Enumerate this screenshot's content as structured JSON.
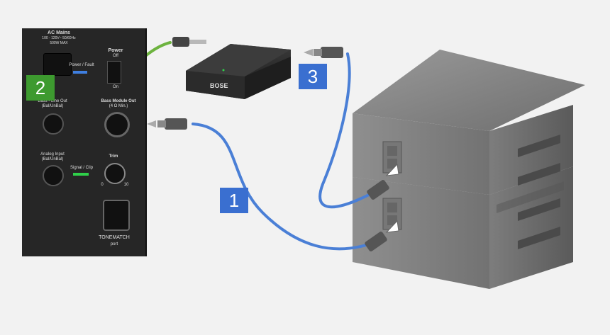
{
  "panel": {
    "ac_mains": "AC Mains",
    "ac_mains_spec": "100 - 120V~ 50/60Hz",
    "ac_mains_watt": "500W MAX",
    "power": "Power",
    "power_off": "Off",
    "power_on": "On",
    "power_fault": "Power / Fault",
    "line_out": "Bass - Line Out",
    "line_out_sub": "(Bal/UnBal)",
    "bass_module_out": "Bass Module Out",
    "bass_module_sub": "(4 Ω Min.)",
    "analog_input": "Analog Input",
    "analog_input_sub": "(Bal/UnBal)",
    "signal_clip": "Signal / Clip",
    "trim": "Trim",
    "trim_min": "0",
    "trim_max": "10",
    "tonematch": "TONEMATCH",
    "tonematch_port": "port"
  },
  "steps": [
    {
      "label": "1",
      "color": "#3a6fd0"
    },
    {
      "label": "2",
      "color": "#3d9a2f"
    },
    {
      "label": "3",
      "color": "#3a6fd0"
    }
  ],
  "device": {
    "brand": "BOSE"
  },
  "colors": {
    "blue_cable": "#4a7fd6",
    "green_cable": "#6db33f",
    "panel_bg": "#262626",
    "led_blue": "#3f7fe0",
    "led_green": "#2fd04a"
  }
}
